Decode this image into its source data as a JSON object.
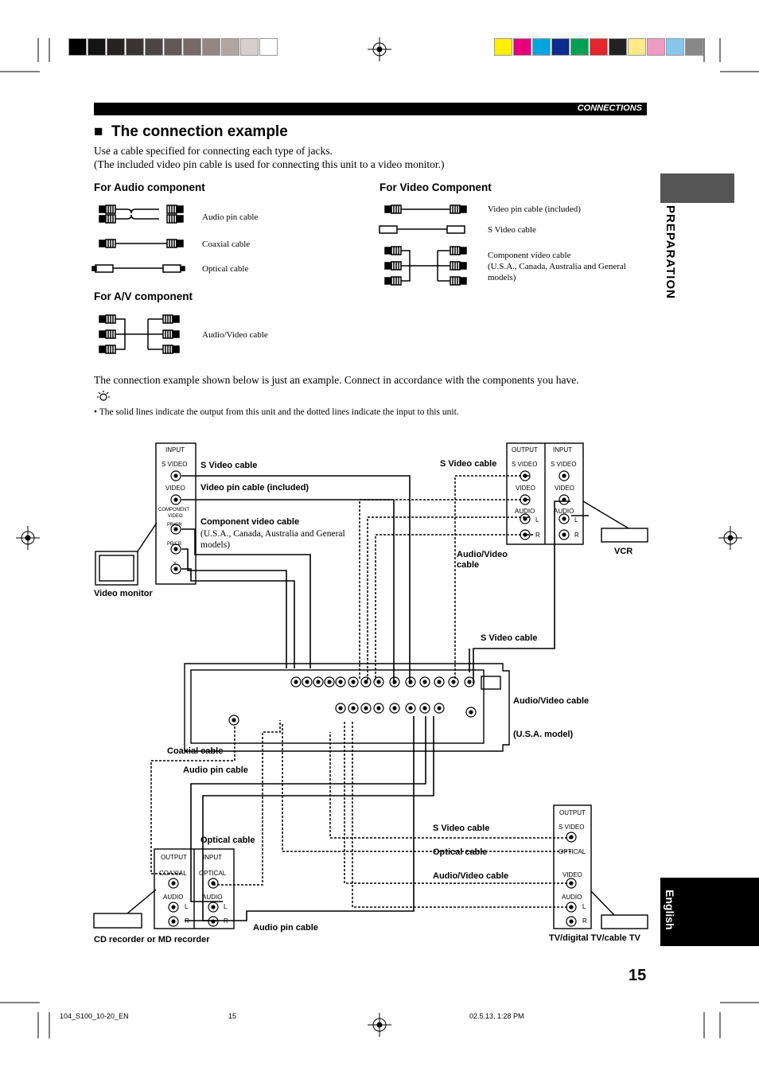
{
  "colors": {
    "gray_strip": [
      "#000000",
      "#141414",
      "#262322",
      "#3a3432",
      "#4c4543",
      "#615754",
      "#776b68",
      "#938683",
      "#b0a5a1",
      "#d7d0cc",
      "#ffffff"
    ],
    "color_strip": [
      "#fff000",
      "#e8007c",
      "#00a6e0",
      "#0a2c8c",
      "#00a055",
      "#e5242b",
      "#222222",
      "#ffe88a",
      "#ee9cc2",
      "#86c8ec",
      "#888888"
    ]
  },
  "header": {
    "section": "CONNECTIONS",
    "title": "The connection example",
    "intro_1": "Use a cable specified for connecting each type of jacks.",
    "intro_2": "(The included video pin cable is used for connecting this unit to a video monitor.)"
  },
  "sidebar": {
    "preparation": "PREPARATION",
    "english": "English"
  },
  "cable_groups": {
    "audio": {
      "heading": "For Audio component",
      "items": [
        "Audio pin cable",
        "Coaxial cable",
        "Optical cable"
      ]
    },
    "video": {
      "heading": "For Video Component",
      "items": [
        "Video pin cable (included)",
        "S Video cable",
        "Component video cable",
        "(U.S.A., Canada, Australia and General",
        "models)"
      ]
    },
    "av": {
      "heading": "For A/V component",
      "items": [
        "Audio/Video cable"
      ]
    }
  },
  "note": {
    "example": "The connection example shown below is just an example. Connect in accordance with the components you have.",
    "bullet": "• The solid lines indicate the output from this unit and the dotted lines indicate the input to this unit."
  },
  "diagram": {
    "monitor": {
      "name": "Video monitor",
      "panel_title": "INPUT",
      "jacks": [
        "S VIDEO",
        "VIDEO",
        "COMPONENT",
        "VIDEO",
        "PR/CR",
        "PB/CB",
        "Y"
      ]
    },
    "vcr": {
      "name": "VCR",
      "cols": [
        "OUTPUT",
        "INPUT"
      ],
      "jacks": [
        "S VIDEO",
        "S VIDEO",
        "VIDEO",
        "VIDEO",
        "AUDIO",
        "AUDIO",
        "L",
        "R",
        "L",
        "R"
      ]
    },
    "cd": {
      "name": "CD recorder or MD recorder",
      "cols": [
        "OUTPUT",
        "INPUT"
      ],
      "jacks": [
        "COAXIAL",
        "OPTICAL",
        "AUDIO",
        "AUDIO",
        "L",
        "R",
        "L",
        "R"
      ]
    },
    "tv": {
      "name": "TV/digital TV/cable TV",
      "panel_title": "OUTPUT",
      "jacks": [
        "S VIDEO",
        "OPTICAL",
        "VIDEO",
        "AUDIO",
        "L",
        "R"
      ]
    },
    "labels": {
      "s_video_top": "S Video cable",
      "video_pin": "Video pin cable (included)",
      "component": "Component video cable",
      "component_note_1": "(U.S.A., Canada, Australia and General",
      "component_note_2": "models)",
      "s_video_vcr": "S Video cable",
      "av_vcr_1": "Audio/Video",
      "av_vcr_2": "cable",
      "s_video_mid": "S Video cable",
      "av_right": "Audio/Video cable",
      "usa": "(U.S.A. model)",
      "coaxial": "Coaxial cable",
      "audio_pin_1": "Audio pin cable",
      "optical_cd": "Optical cable",
      "s_video_tv": "S Video cable",
      "optical_tv": "Optical cable",
      "av_tv": "Audio/Video cable",
      "audio_pin_2": "Audio pin cable"
    }
  },
  "footer": {
    "page": "15",
    "file": "104_S100_10-20_EN",
    "sheet": "15",
    "stamp": "02.5.13, 1:28 PM"
  }
}
